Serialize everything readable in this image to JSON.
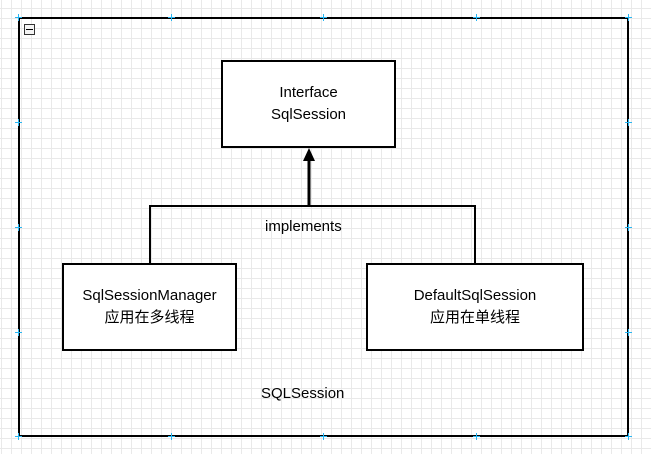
{
  "diagram": {
    "container": {
      "label": "SQLSession"
    },
    "interface_box": {
      "line1": "Interface",
      "line2": "SqlSession"
    },
    "manager_box": {
      "line1": "SqlSessionManager",
      "line2": "应用在多线程"
    },
    "default_box": {
      "line1": "DefaultSqlSession",
      "line2": "应用在单线程"
    },
    "edge_label": "implements"
  },
  "colors": {
    "grid": "#e9e9e9",
    "stroke": "#000000",
    "selection_handle": "#29b6f2"
  },
  "icons": {
    "collapse": "collapse-icon"
  }
}
